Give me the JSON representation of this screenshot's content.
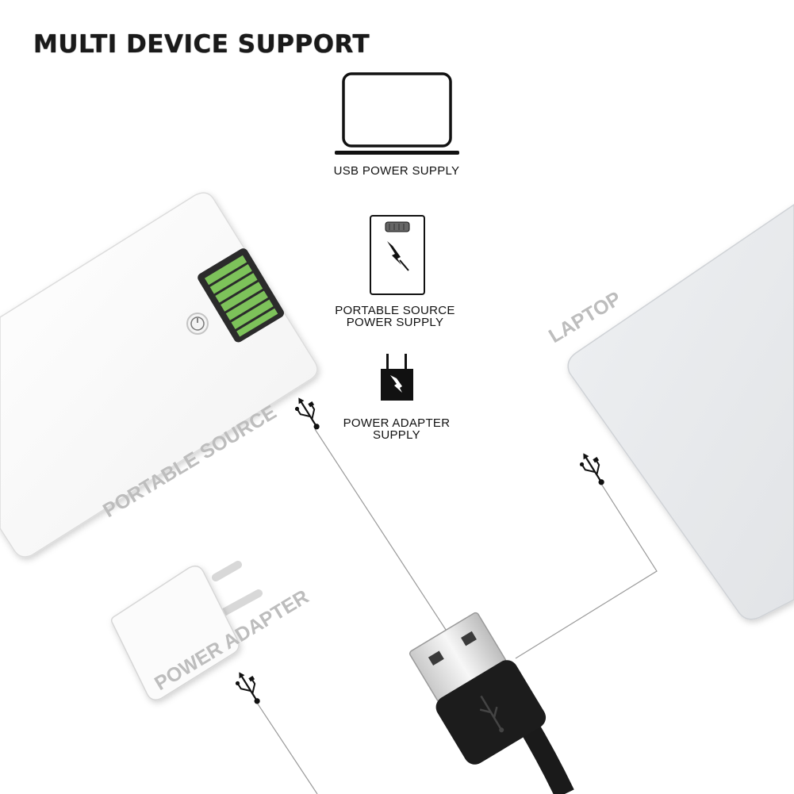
{
  "title": "MULTI DEVICE SUPPORT",
  "captions": {
    "usb_power_supply": "USB POWER SUPPLY",
    "portable_line1": "PORTABLE SOURCE",
    "portable_line2": "POWER SUPPLY",
    "adapter_line1": "POWER ADAPTER",
    "adapter_line2": "SUPPLY"
  },
  "device_labels": {
    "portable": "PORTABLE SOURCE",
    "laptop": "LAPTOP",
    "adapter": "POWER ADAPTER"
  },
  "icons": [
    "laptop-icon",
    "power-bank-icon",
    "power-adapter-icon",
    "usb-symbol-icon",
    "power-button-icon",
    "usb-plug-icon"
  ],
  "colors": {
    "battery_green": "#7dc25a",
    "label_gray": "#bdbdbd",
    "laptop_panel": "#e9ebee",
    "cable_black": "#1a1a1a"
  },
  "battery_level": {
    "segments_lit": 7,
    "segments_total": 7
  }
}
